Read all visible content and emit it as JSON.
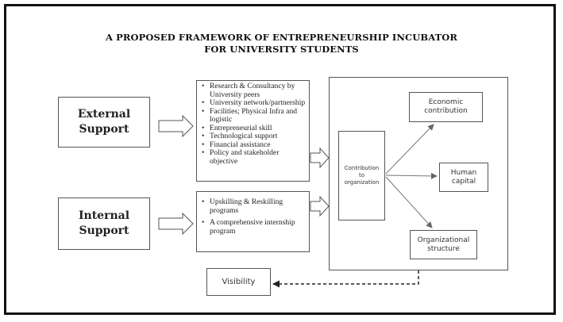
{
  "title": {
    "line1": "A PROPOSED FRAMEWORK OF ENTREPRENEURSHIP INCUBATOR",
    "line2": "FOR UNIVERSITY STUDENTS"
  },
  "external_support": {
    "line1": "External",
    "line2": "Support"
  },
  "internal_support": {
    "line1": "Internal",
    "line2": "Support"
  },
  "external_items": [
    "Research & Consultancy by University peers",
    "University network/partnership",
    "Facilities; Physical Infra and logistic",
    "Entrepreneurial skill",
    "Technological support",
    "Financial assistance",
    "Policy and stakeholder objective"
  ],
  "internal_items": [
    "Upskilling & Reskilling programs",
    "A comprehensive internship program"
  ],
  "contribution": {
    "line1": "Contribution",
    "line2": "to",
    "line3": "organization"
  },
  "outcomes": {
    "economic": {
      "line1": "Economic",
      "line2": "contribution"
    },
    "human": {
      "line1": "Human",
      "line2": "capital"
    },
    "organizational": {
      "line1": "Organizational",
      "line2": "structure"
    }
  },
  "visibility": "Visibility"
}
